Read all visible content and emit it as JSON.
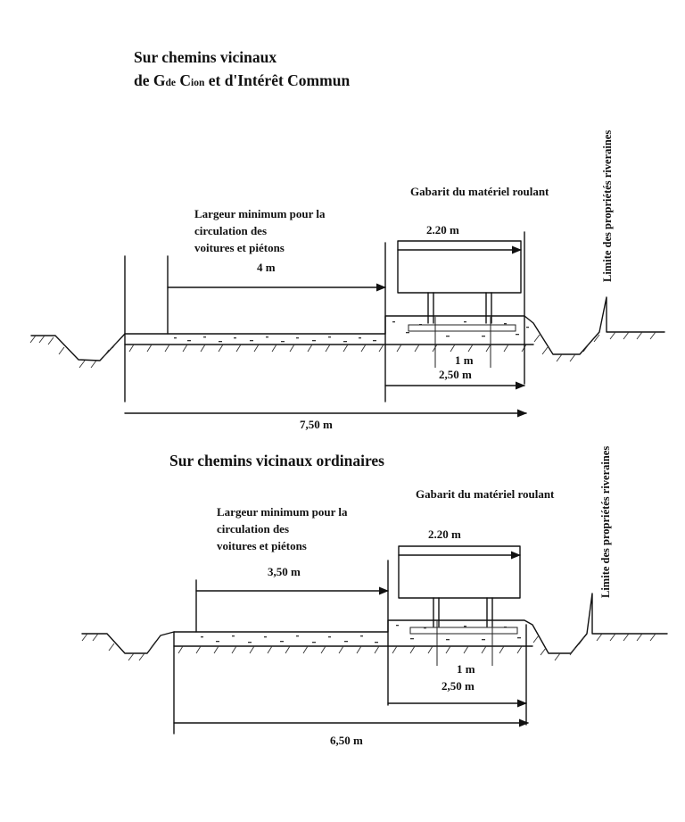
{
  "title": {
    "line1": "Sur chemins vicinaux",
    "line2_prefix": "de G",
    "line2_sub1": "de",
    "line2_mid": " C",
    "line2_sub2": "ion",
    "line2_suffix": " et d'Intérêt Commun"
  },
  "top": {
    "gabarit": "Gabarit du matériel roulant",
    "largeur_lines": [
      "Largeur minimum pour la",
      "circulation des",
      "voitures et piétons"
    ],
    "dim_largeur": "4 m",
    "dim_car": "2.20 m",
    "dim_rail": "1 m",
    "dim_plate": "2,50 m",
    "dim_total": "7,50 m",
    "limite": "Limite des propriétés riveraines"
  },
  "bottom": {
    "title": "Sur chemins vicinaux ordinaires",
    "gabarit": "Gabarit du matériel roulant",
    "largeur_lines": [
      "Largeur minimum pour la",
      "circulation des",
      "voitures et piétons"
    ],
    "dim_largeur": "3,50 m",
    "dim_car": "2.20 m",
    "dim_rail": "1 m",
    "dim_plate": "2,50 m",
    "dim_total": "6,50 m",
    "limite": "Limite des propriétés riveraines"
  }
}
